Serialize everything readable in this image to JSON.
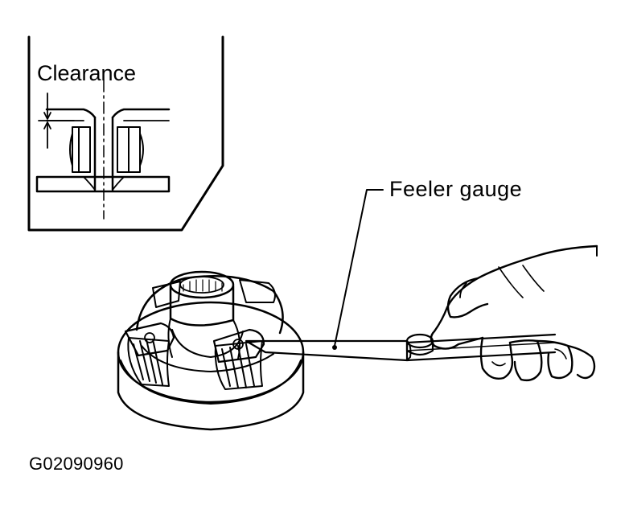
{
  "labels": {
    "clearance": "Clearance",
    "feeler_gauge": "Feeler gauge",
    "figure_id": "G02090960"
  },
  "colors": {
    "ink": "#000000",
    "paper": "#ffffff"
  }
}
